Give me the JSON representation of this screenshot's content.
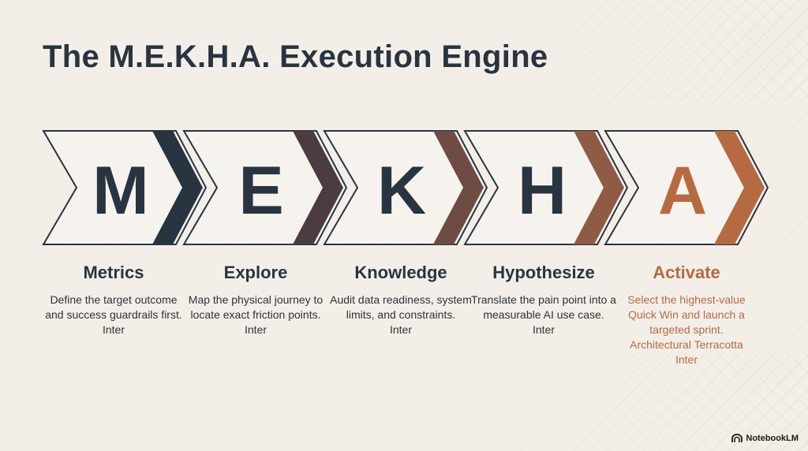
{
  "title": "The M.E.K.H.A. Execution Engine",
  "steps": [
    {
      "letter": "M",
      "name": "Metrics",
      "description": "Define the target outcome and success guardrails first.",
      "lines": [
        "Inter"
      ],
      "color": "#283440",
      "accent": false
    },
    {
      "letter": "E",
      "name": "Explore",
      "description": "Map the physical journey to locate exact friction points.",
      "lines": [
        "Inter"
      ],
      "color": "#4a3c40",
      "accent": false
    },
    {
      "letter": "K",
      "name": "Knowledge",
      "description": "Audit data readiness, system limits, and constraints.",
      "lines": [
        "Inter"
      ],
      "color": "#6e4c44",
      "accent": false
    },
    {
      "letter": "H",
      "name": "Hypothesize",
      "description": "Translate the pain point into a measurable AI use case.",
      "lines": [
        "Inter"
      ],
      "color": "#8f5b46",
      "accent": false
    },
    {
      "letter": "A",
      "name": "Activate",
      "description": "Select the highest-value Quick Win and launch a targeted sprint.",
      "lines": [
        "Architectural Terracotta",
        "Inter"
      ],
      "color": "#b66a42",
      "accent": true
    }
  ],
  "brand": "NotebookLM",
  "colors": {
    "background": "#f3efe8",
    "outline": "#283440",
    "text": "#283440",
    "accent": "#b66a42"
  }
}
